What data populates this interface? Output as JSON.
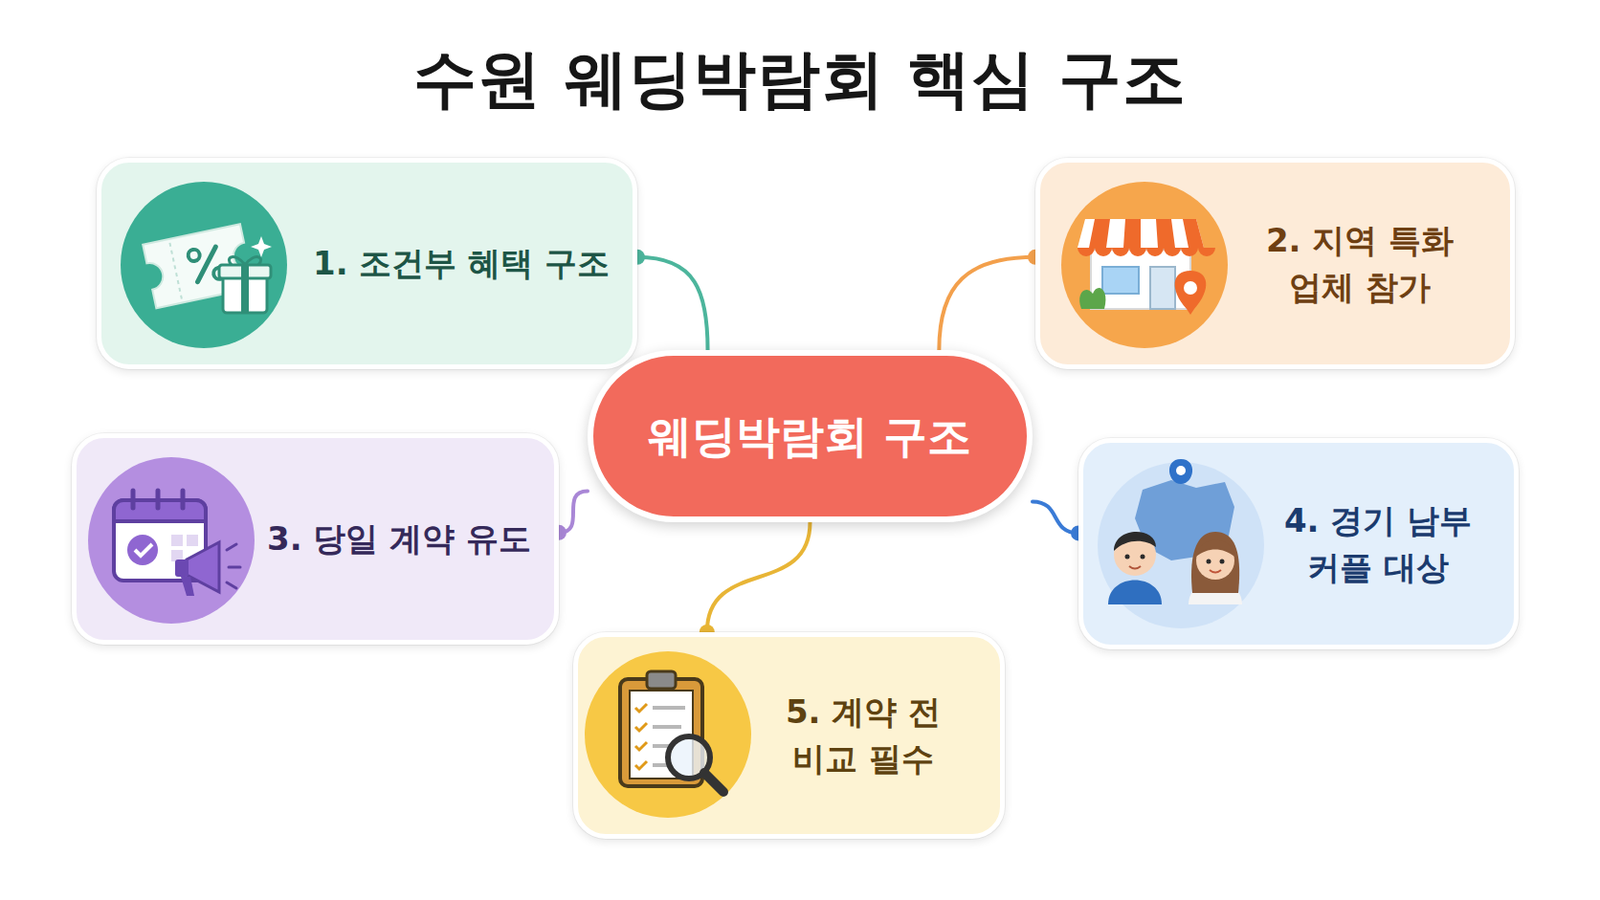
{
  "diagram": {
    "title": "수원 웨딩박람회 핵심 구조",
    "nodes": [
      {
        "text": [
          "1. 조건부 혜택 구조"
        ]
      },
      {
        "text": [
          "2. 지역 특화 업체 참가"
        ]
      },
      {
        "text": [
          "웨딩박람회 구조"
        ]
      },
      {
        "text": [
          "3. 당일 계약 유도"
        ]
      },
      {
        "text": [
          "4. 경기 남부 커플 대상"
        ]
      },
      {
        "text": [
          "5. 계약 전 비교 필수"
        ]
      }
    ],
    "edges": [
      {
        "from": 2,
        "to": 0,
        "arrow": "none"
      },
      {
        "from": 2,
        "to": 1,
        "arrow": "none"
      },
      {
        "from": 2,
        "to": 3,
        "arrow": "none"
      },
      {
        "from": 2,
        "to": 4,
        "arrow": "none"
      },
      {
        "from": 2,
        "to": 5,
        "arrow": "none"
      }
    ]
  }
}
